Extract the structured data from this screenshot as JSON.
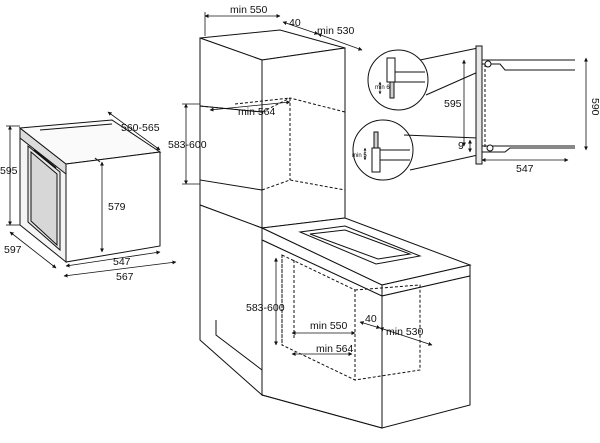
{
  "oven_dims": {
    "height": "595",
    "depth_top": "560-565",
    "inner_height": "579",
    "width": "597",
    "inner_width": "547",
    "outer_width": "567"
  },
  "tall_unit_dims": {
    "min_width": "min 550",
    "gap": "40",
    "min_depth": "min 530",
    "min_inner": "min 564",
    "niche_height": "583-600"
  },
  "under_counter_dims": {
    "niche_height": "583-600",
    "min_width": "min 550",
    "gap": "40",
    "min_depth": "min 530",
    "min_inner": "min 564"
  },
  "detail_dims": {
    "min_6": "min 6",
    "min_5": "min 5",
    "height_595": "595",
    "height_590": "590",
    "offset_9": "9",
    "width_547": "547"
  }
}
